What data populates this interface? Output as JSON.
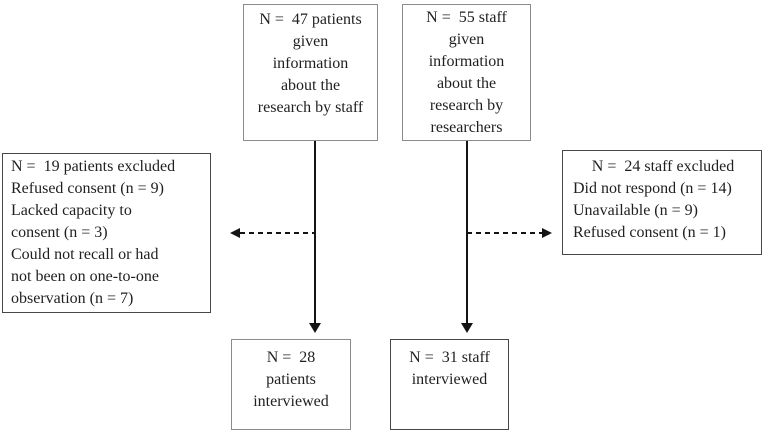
{
  "figure": {
    "type": "recruitment-flow-diagram"
  },
  "boxes": {
    "patients_info": {
      "text": "N =  47 patients\ngiven\ninformation\nabout the\nresearch by staff"
    },
    "staff_info": {
      "text": "N =  55 staff\ngiven\ninformation\nabout the\nresearch by\nresearchers"
    },
    "patients_excluded": {
      "text": "N =  19 patients excluded\nRefused consent (n = 9)\nLacked capacity to\nconsent (n = 3)\nCould not recall or had\nnot been on one-to-one\nobservation (n = 7)"
    },
    "staff_excluded": {
      "title": "N =  24 staff excluded",
      "text": "Did not respond (n = 14)\nUnavailable (n = 9)\nRefused consent (n = 1)"
    },
    "patients_interviewed": {
      "text": "N =  28\npatients\ninterviewed"
    },
    "staff_interviewed": {
      "text": "N =  31 staff\ninterviewed"
    }
  },
  "colors": {
    "background": "#ffffff",
    "box_border_light": "#8c8c8c",
    "box_border_dark": "#474747",
    "text": "#1f1f1f",
    "arrow": "#141414"
  }
}
